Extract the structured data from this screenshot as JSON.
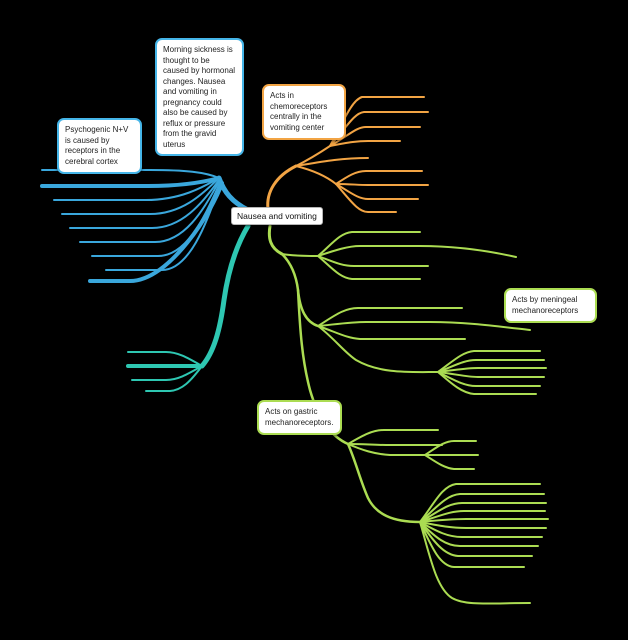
{
  "canvas": {
    "background": "#000000"
  },
  "root_node": {
    "label": "Nausea and vomiting"
  },
  "notes": {
    "morning_sickness": {
      "text": "Morning sickness is thought to be caused by hormonal changes. Nausea and vomiting in pregnancy could also be caused by reflux or pressure from the gravid uterus"
    },
    "psychogenic": {
      "text": "Psychogenic N+V is caused by receptors in the cerebral cortex"
    },
    "chemoreceptors": {
      "text": "Acts in chemoreceptors centrally in the vomiting center"
    },
    "meningeal": {
      "text": "Acts by meningeal mechanoreceptors"
    },
    "gastric": {
      "text": "Acts on gastric mechanoreceptors."
    }
  },
  "colors": {
    "branch_blue": "#3aa7dc",
    "branch_cyan": "#2ec7b2",
    "branch_orange": "#f2a444",
    "branch_green": "#abdc52",
    "note_border_blue": "#45b5e8",
    "note_border_orange": "#f2a444",
    "note_border_green": "#abdc52",
    "node_background": "#ffffff",
    "node_border": "#b5b5b5"
  }
}
